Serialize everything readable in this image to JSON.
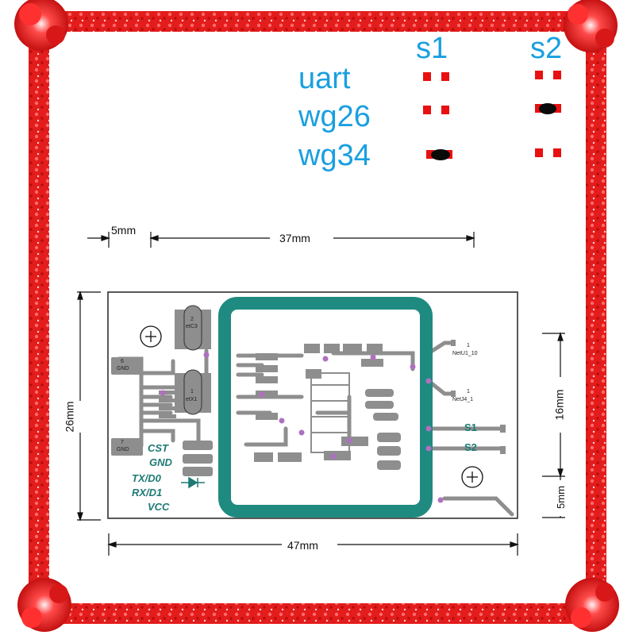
{
  "colors": {
    "border_red": "#e31c1c",
    "label_blue": "#1a9fe0",
    "pad_red": "#e81010",
    "copper_gray": "#8e8e8e",
    "antenna_teal": "#1f8a80",
    "via_purple": "#b070c0"
  },
  "jumper_table": {
    "headers": [
      "s1",
      "s2"
    ],
    "rows": [
      {
        "label": "uart",
        "s1_bridged": false,
        "s2_bridged": false
      },
      {
        "label": "wg26",
        "s1_bridged": false,
        "s2_bridged": true
      },
      {
        "label": "wg34",
        "s1_bridged": true,
        "s2_bridged": false
      }
    ]
  },
  "dimensions": {
    "top_left": "5mm",
    "top_main": "37mm",
    "left_height": "26mm",
    "bottom_width": "47mm",
    "right_upper": "16mm",
    "right_lower": "5mm"
  },
  "board": {
    "left_pins": [
      "CST",
      "GND",
      "TX/D0",
      "RX/D1",
      "VCC"
    ],
    "right_pins": [
      "S1",
      "S2"
    ],
    "small_labels": {
      "c3_num": "2",
      "c3_name": "etC3",
      "x1_num": "1",
      "x1_name": "etX1",
      "gnd6_num": "6",
      "gnd6_name": "GND",
      "gnd7_num": "7",
      "gnd7_name": "GND",
      "net1_num": "1",
      "net1_name": "NetU1_10",
      "net2_num": "1",
      "net2_name": "NetJ4_1"
    }
  }
}
